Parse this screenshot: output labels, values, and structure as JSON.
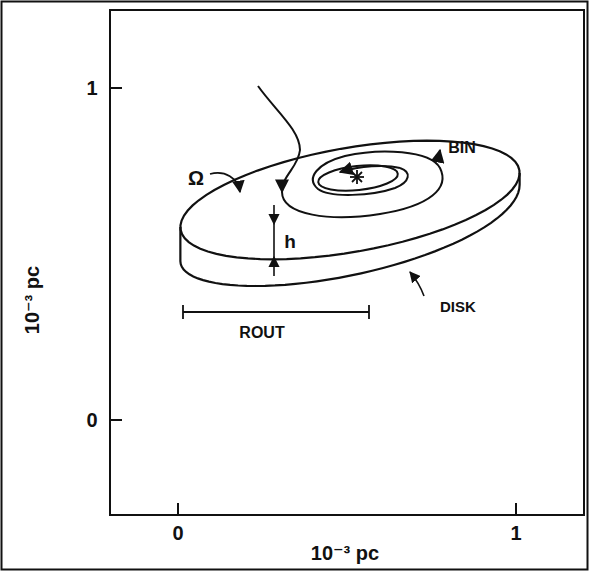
{
  "diagram": {
    "labels": [
      "10⁻³ pc",
      "10⁻³ pc",
      "1",
      "0",
      "0",
      "1",
      "Ω",
      "BIN",
      "h",
      "ROUT",
      "DISK"
    ]
  }
}
